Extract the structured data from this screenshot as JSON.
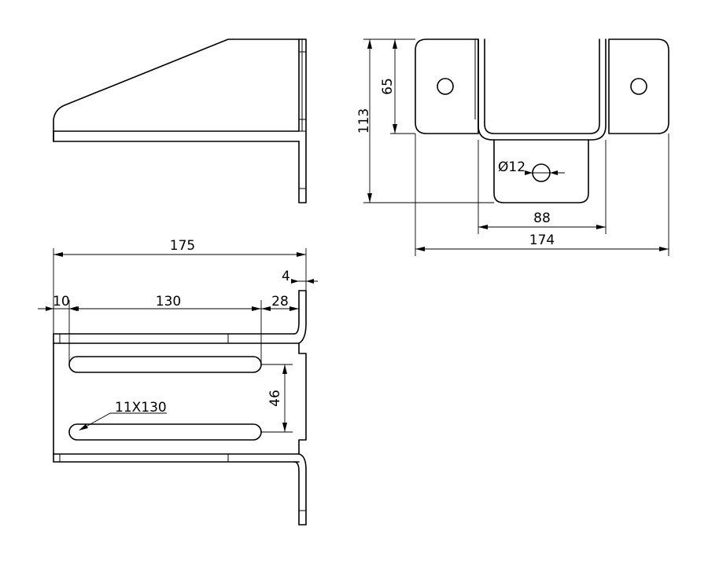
{
  "dimensions": {
    "top_height_total": "113",
    "top_height_arm": "65",
    "hole_diameter": "Ø12",
    "inner_width": "88",
    "overall_width": "174",
    "overall_length": "175",
    "thickness": "4",
    "slot_offset": "10",
    "slot_length": "130",
    "end_margin": "28",
    "slot_spacing": "46",
    "slot_size": "11X130"
  }
}
